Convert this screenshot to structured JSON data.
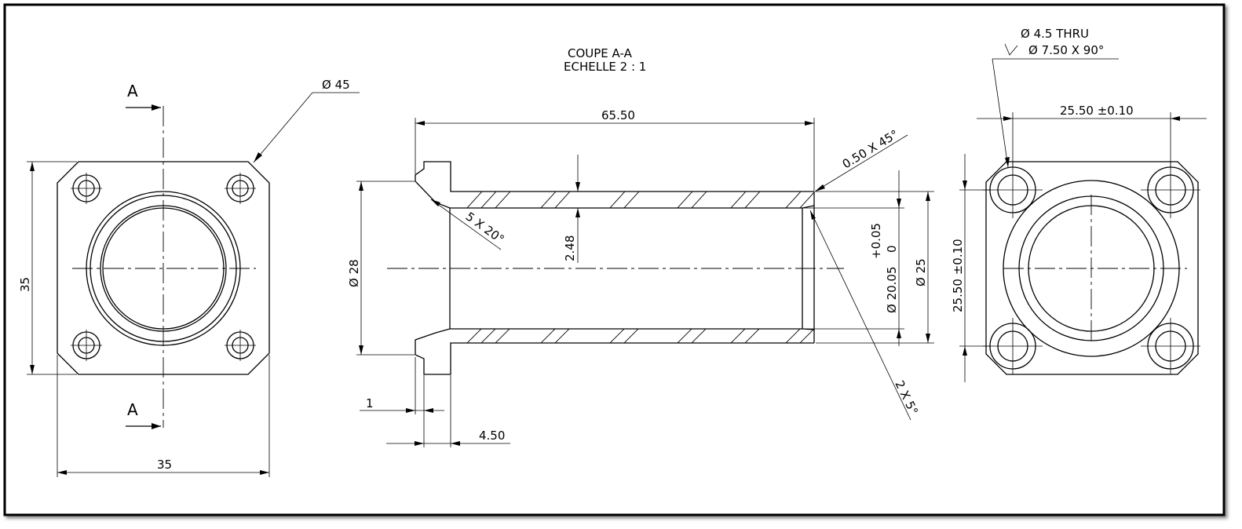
{
  "section_title": "COUPE A-A",
  "section_scale": "ECHELLE 2 : 1",
  "front_view": {
    "cut_label_top": "A",
    "cut_label_bottom": "A",
    "dim_diameter": "Ø 45",
    "dim_height": "35",
    "dim_width": "35"
  },
  "section_view": {
    "dim_length": "65.50",
    "dim_chamfer": "0.50 X 45°",
    "dim_inner_chamfer": "5 X 20°",
    "dim_wall": "2.48",
    "dim_flange_dia": "Ø 28",
    "dim_tol_upper": "+0.05",
    "dim_tol_lower": "0",
    "dim_bore": "Ø 20.05",
    "dim_outer": "Ø 25",
    "dim_taper": "2 X 5°",
    "dim_step": "1",
    "dim_flange_thk": "4.50"
  },
  "right_view": {
    "hole_callout_1": "Ø 4.5 THRU",
    "hole_callout_2": "Ø 7.50 X 90°",
    "dim_hole_spacing_h": "25.50 ±0.10",
    "dim_hole_spacing_v": "25.50 ±0.10"
  }
}
